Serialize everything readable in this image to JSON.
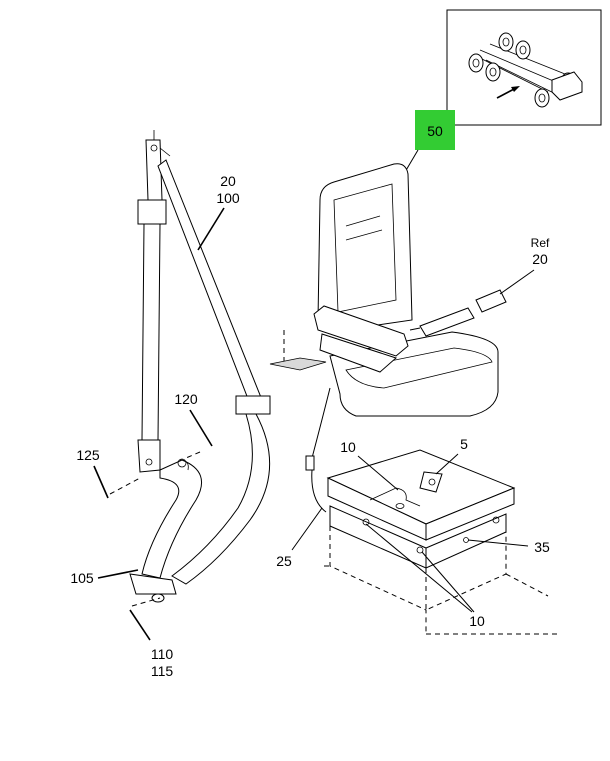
{
  "highlight_color": "#33cc33",
  "callouts": {
    "c50": "50",
    "c20_100_a": "20",
    "c20_100_b": "100",
    "ref": "Ref",
    "ref_num": "20",
    "c120": "120",
    "c125": "125",
    "c10_top": "10",
    "c5": "5",
    "c35": "35",
    "c25": "25",
    "c105": "105",
    "c10_bottom": "10",
    "c110": "110",
    "c115": "115"
  }
}
